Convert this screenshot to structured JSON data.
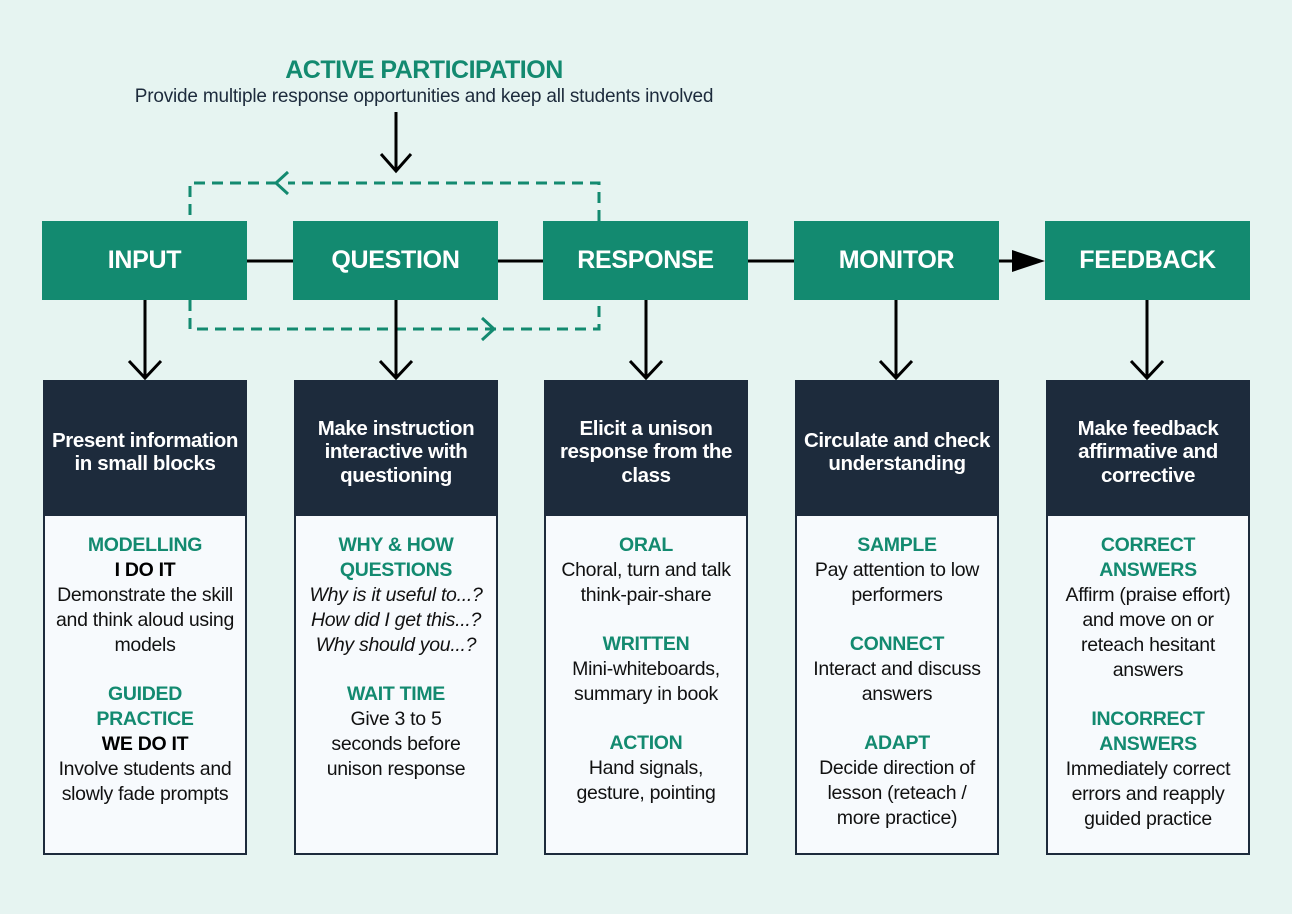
{
  "header": {
    "title": "ACTIVE PARTICIPATION",
    "subtitle": "Provide multiple response opportunities and keep all students involved"
  },
  "colors": {
    "teal": "#138a70",
    "navy": "#1d2b3c",
    "background": "#e6f4f1"
  },
  "stages": [
    {
      "label": "INPUT",
      "card_title": "Present information in small blocks",
      "sections": [
        {
          "title": "MODELLING",
          "tag": "I DO IT",
          "text": "Demonstrate the skill and think aloud using models"
        },
        {
          "title": "GUIDED PRACTICE",
          "tag": "WE DO IT",
          "text": "Involve students and slowly fade prompts"
        }
      ]
    },
    {
      "label": "QUESTION",
      "card_title": "Make instruction interactive with questioning",
      "sections": [
        {
          "title": "WHY & HOW QUESTIONS",
          "italic": "Why is it useful to...?\nHow did I get this...?\nWhy should you...?"
        },
        {
          "title": "WAIT TIME",
          "text": "Give 3 to 5 seconds before unison response"
        }
      ]
    },
    {
      "label": "RESPONSE",
      "card_title": "Elicit a unison response from the class",
      "sections": [
        {
          "title": "ORAL",
          "text": "Choral, turn and talk think-pair-share"
        },
        {
          "title": "WRITTEN",
          "text": "Mini-whiteboards, summary in book"
        },
        {
          "title": "ACTION",
          "text": "Hand signals, gesture, pointing"
        }
      ]
    },
    {
      "label": "MONITOR",
      "card_title": "Circulate and check understanding",
      "sections": [
        {
          "title": "SAMPLE",
          "text": "Pay attention to low performers"
        },
        {
          "title": "CONNECT",
          "text": "Interact and discuss answers"
        },
        {
          "title": "ADAPT",
          "text": "Decide direction of lesson (reteach / more practice)"
        }
      ]
    },
    {
      "label": "FEEDBACK",
      "card_title": "Make feedback affirmative and corrective",
      "sections": [
        {
          "title": "CORRECT ANSWERS",
          "text": "Affirm (praise effort) and move on or reteach hesitant answers"
        },
        {
          "title": "INCORRECT ANSWERS",
          "text": "Immediately correct errors and reapply guided practice"
        }
      ]
    }
  ]
}
